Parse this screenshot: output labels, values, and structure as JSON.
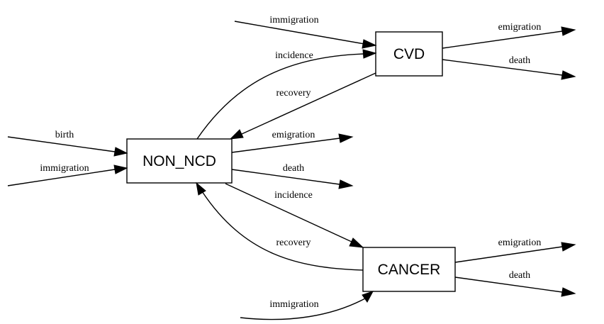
{
  "nodes": {
    "cvd": "CVD",
    "non_ncd": "NON_NCD",
    "cancer": "CANCER"
  },
  "edges": {
    "immigration_cvd": "immigration",
    "incidence_cvd": "incidence",
    "recovery_cvd": "recovery",
    "emigration_cvd": "emigration",
    "death_cvd": "death",
    "birth_non_ncd": "birth",
    "immigration_non_ncd": "immigration",
    "emigration_non_ncd": "emigration",
    "death_non_ncd": "death",
    "incidence_cancer": "incidence",
    "recovery_cancer": "recovery",
    "emigration_cancer": "emigration",
    "death_cancer": "death",
    "immigration_cancer": "immigration"
  }
}
